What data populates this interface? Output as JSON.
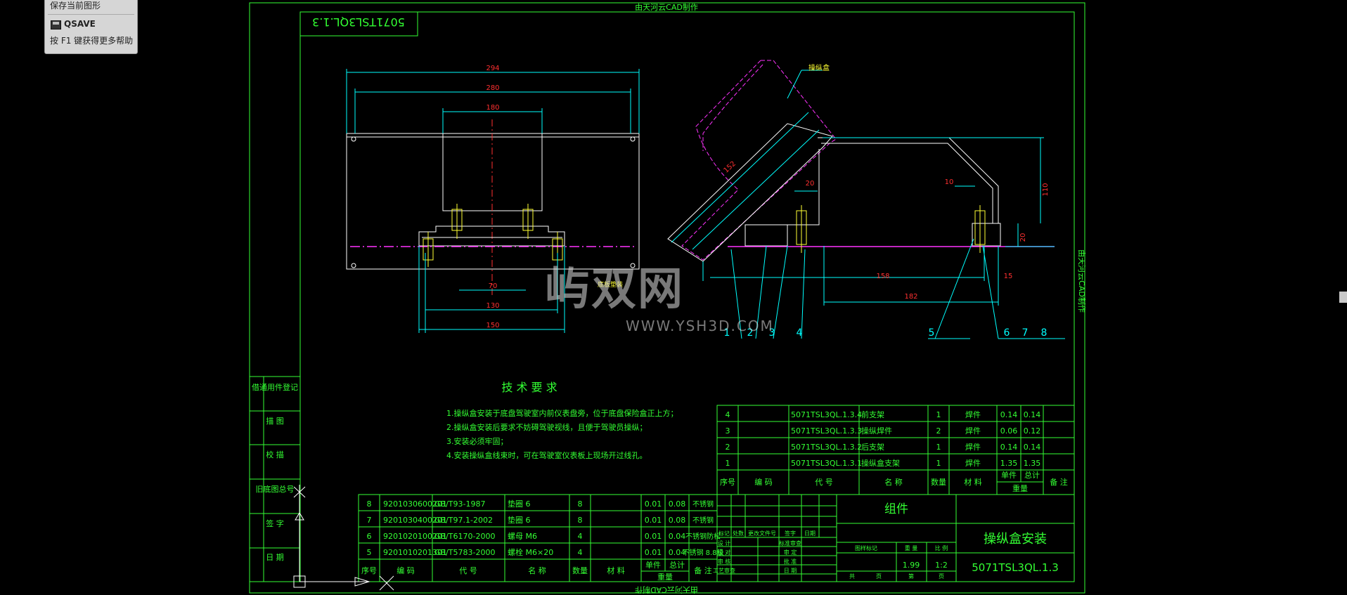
{
  "tooltip": {
    "prev_line": "保存当前图形",
    "command": "QSAVE",
    "hint": "按 F1 键获得更多帮助"
  },
  "frame": {
    "top_caption": "由天河云CAD制作",
    "bottom_caption": "由天河云CAD制作",
    "right_caption": "由天河云CAD制作",
    "stamp_code": "5071TSL3QL.1.3"
  },
  "dims_front": [
    "294",
    "280",
    "180",
    "70",
    "130",
    "150"
  ],
  "dims_side": [
    "20",
    "10",
    "110",
    "20",
    "158",
    "15",
    "182",
    "152"
  ],
  "balloons": [
    "1",
    "2",
    "3",
    "4",
    "5",
    "6",
    "7",
    "8"
  ],
  "callouts": {
    "box": "操纵盒",
    "washer": "底板垫装"
  },
  "tech": {
    "title": "技 术 要 求",
    "lines": [
      "1.操纵盒安装于底盘驾驶室内前仪表盘旁，位于底盘保险盒正上方；",
      "2.操纵盒安装后要求不妨碍驾驶视线，且便于驾驶员操纵；",
      "3.安装必须牢固；",
      "4.安装操纵盒线束时，可在驾驶室仪表板上现场开过线孔。"
    ]
  },
  "side_labels": [
    "借通用件登记",
    "描  图",
    "校  描",
    "旧底图总号",
    "签  字",
    "日  期"
  ],
  "parts_upper": {
    "rows": [
      [
        "4",
        "",
        "5071TSL3QL.1.3.4",
        "前支架",
        "1",
        "",
        "焊件",
        "0.14",
        "0.14",
        ""
      ],
      [
        "3",
        "",
        "5071TSL3QL.1.3.3",
        "操纵焊件",
        "2",
        "",
        "焊件",
        "0.06",
        "0.12",
        ""
      ],
      [
        "2",
        "",
        "5071TSL3QL.1.3.2",
        "后支架",
        "1",
        "",
        "焊件",
        "0.14",
        "0.14",
        ""
      ],
      [
        "1",
        "",
        "5071TSL3QL.1.3.1",
        "操纵盒支架",
        "1",
        "",
        "焊件",
        "1.35",
        "1.35",
        ""
      ]
    ],
    "header": [
      "序号",
      "编  码",
      "代  号",
      "名  称",
      "数量",
      "材  料",
      "单件",
      "总计",
      "备  注"
    ],
    "mass": "重量"
  },
  "parts_lower": {
    "rows": [
      [
        "8",
        "9201030600201",
        "GB/T93-1987",
        "垫圈 6",
        "8",
        "",
        "0.01",
        "0.08",
        "不锈钢"
      ],
      [
        "7",
        "9201030400201",
        "GB/T97.1-2002",
        "垫圈 6",
        "8",
        "",
        "0.01",
        "0.08",
        "不锈钢"
      ],
      [
        "6",
        "9201020100201",
        "GB/T6170-2000",
        "螺母 M6",
        "4",
        "",
        "0.01",
        "0.04",
        "不锈钢防松"
      ],
      [
        "5",
        "9201010201301",
        "GB/T5783-2000",
        "螺栓 M6×20",
        "4",
        "",
        "0.01",
        "0.04",
        "不锈钢 8.8级"
      ]
    ],
    "header": [
      "序号",
      "编  码",
      "代  号",
      "名  称",
      "数量",
      "材  料",
      "单件",
      "总计",
      "备  注"
    ],
    "mass": "重量"
  },
  "title_block": {
    "kind": "组件",
    "name": "操纵盒安装",
    "code": "5071TSL3QL.1.3",
    "mass_value": "1.99",
    "scale_value": "1:2",
    "labels": [
      "标记",
      "处数",
      "更改文件号",
      "签字",
      "日期",
      "设 计",
      "校 对",
      "审 核",
      "工艺审查",
      "标准审查",
      "审 定",
      "批 准",
      "日 期",
      "图样标记",
      "重 量",
      "比 例",
      "共",
      "页",
      "第",
      "页"
    ]
  },
  "watermark": {
    "brand": "屿双网",
    "url": "WWW.YSH3D.COM"
  },
  "colors": {
    "frame": "#33ff33",
    "dim": "#00ffff",
    "red": "#ff3030",
    "part": "#ffffff",
    "magenta": "#ff33ff",
    "yellow": "#ffff33"
  }
}
